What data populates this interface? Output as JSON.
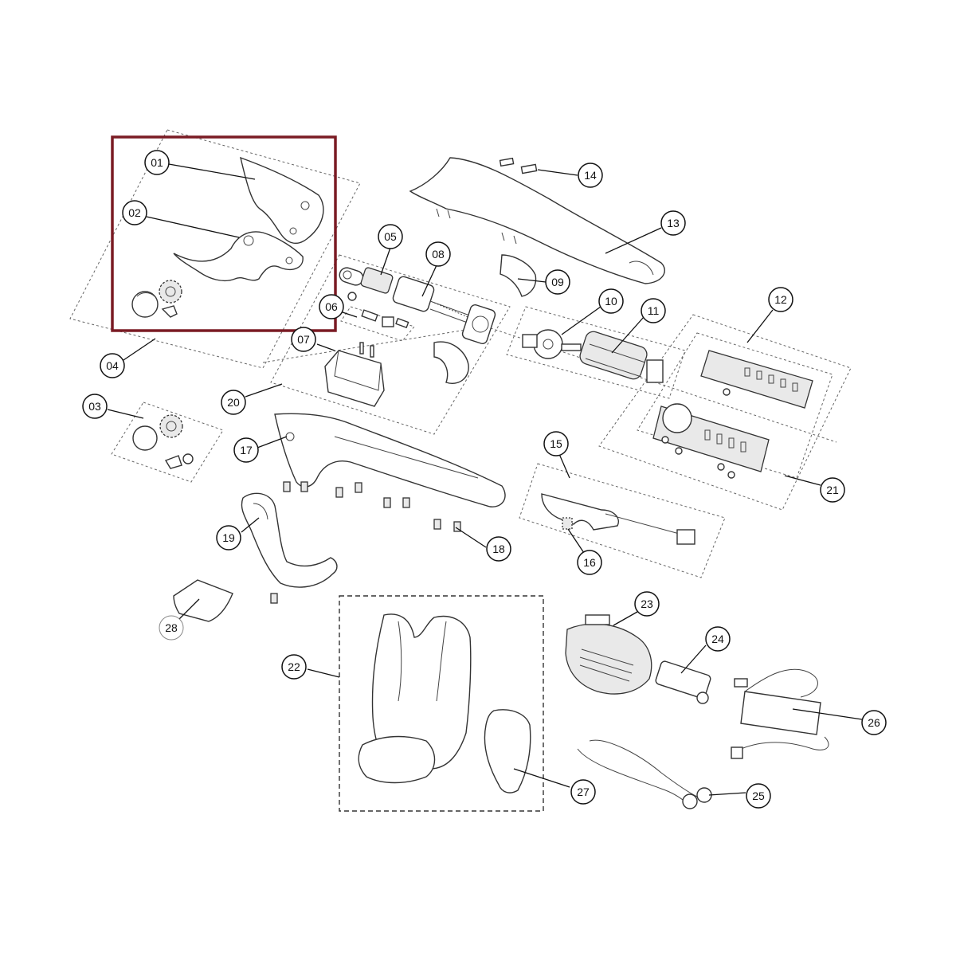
{
  "diagram": {
    "labels": [
      "01",
      "02",
      "03",
      "04",
      "05",
      "06",
      "07",
      "08",
      "09",
      "10",
      "11",
      "12",
      "13",
      "14",
      "15",
      "16",
      "17",
      "18",
      "19",
      "20",
      "21",
      "22",
      "23",
      "24",
      "25",
      "26",
      "27",
      "28"
    ],
    "highlight_color": "#7a1b24",
    "line_color": "#333333"
  }
}
